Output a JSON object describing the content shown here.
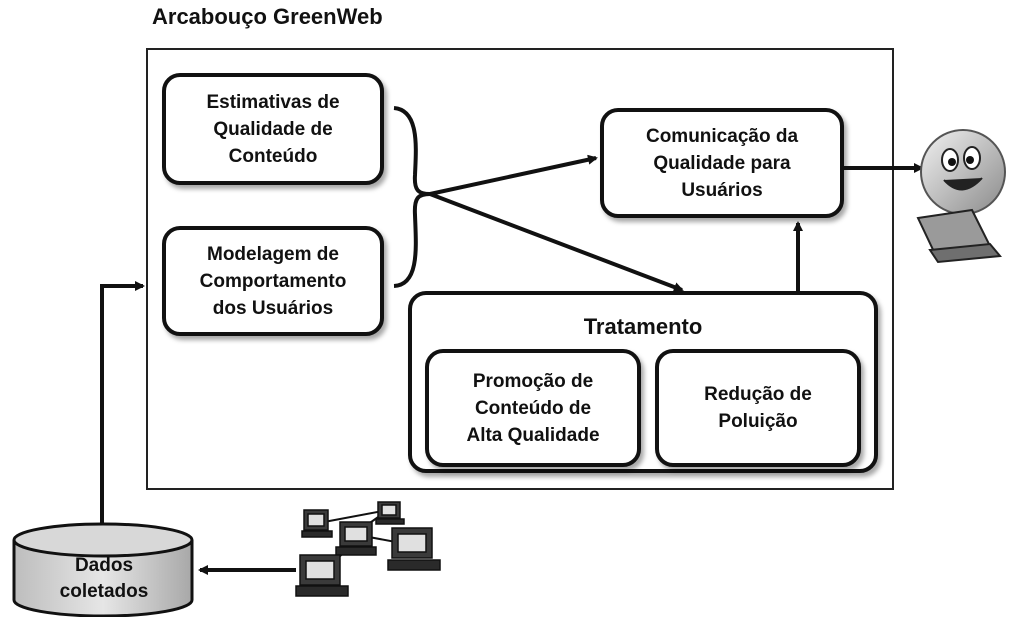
{
  "title": "Arcabouço GreenWeb",
  "boxes": {
    "estimativas": "Estimativas de\nQualidade de\nConteúdo",
    "modelagem": "Modelagem de\nComportamento\ndos Usuários",
    "comunicacao": "Comunicação da\nQualidade para\nUsuários",
    "tratamento": "Tratamento",
    "promocao": "Promoção de\nConteúdo de\nAlta Qualidade",
    "reducao": "Redução de\nPoluição"
  },
  "database": {
    "label": "Dados\ncoletados"
  },
  "icons": {
    "user": "smiley-laptop-user-icon",
    "computers": "networked-computers-icon",
    "database": "database-cylinder-icon"
  }
}
